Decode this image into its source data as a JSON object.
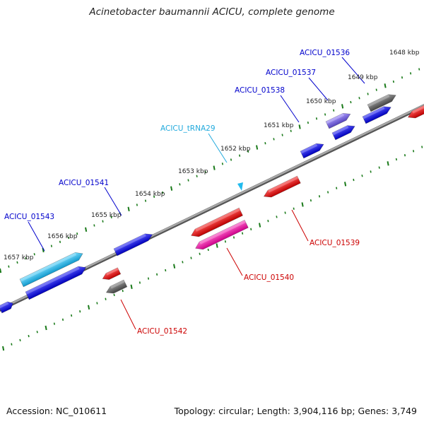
{
  "title": "Acinetobacter baumannii ACICU, complete genome",
  "accession": "Accession: NC_010611",
  "summary": "Topology: circular; Length: 3,904,116 bp; Genes: 3,749",
  "colors": {
    "backbone": "#8c8c8c",
    "tick": "#1a7a1a",
    "blue": "#0000ee",
    "red": "#ee0000",
    "gray": "#666666",
    "cyan": "#22bbee",
    "purple": "#7766dd",
    "pink": "#ee22aa",
    "label_blue": "#0000cc",
    "label_red": "#cc0000",
    "label_cyan": "#22aadd"
  },
  "scale": {
    "ticks_kbp": [
      "1648 kbp",
      "1649 kbp",
      "1650 kbp",
      "1651 kbp",
      "1652 kbp",
      "1653 kbp",
      "1654 kbp",
      "1655 kbp",
      "1656 kbp",
      "1657 kbp"
    ]
  },
  "gene_labels": [
    {
      "text": "ACICU_01536",
      "color": "label_blue"
    },
    {
      "text": "ACICU_01537",
      "color": "label_blue"
    },
    {
      "text": "ACICU_01538",
      "color": "label_blue"
    },
    {
      "text": "ACICU_tRNA29",
      "color": "label_cyan"
    },
    {
      "text": "ACICU_01541",
      "color": "label_blue"
    },
    {
      "text": "ACICU_01543",
      "color": "label_blue"
    },
    {
      "text": "ACICU_01539",
      "color": "label_red"
    },
    {
      "text": "ACICU_01540",
      "color": "label_red"
    },
    {
      "text": "ACICU_01542",
      "color": "label_red"
    }
  ]
}
